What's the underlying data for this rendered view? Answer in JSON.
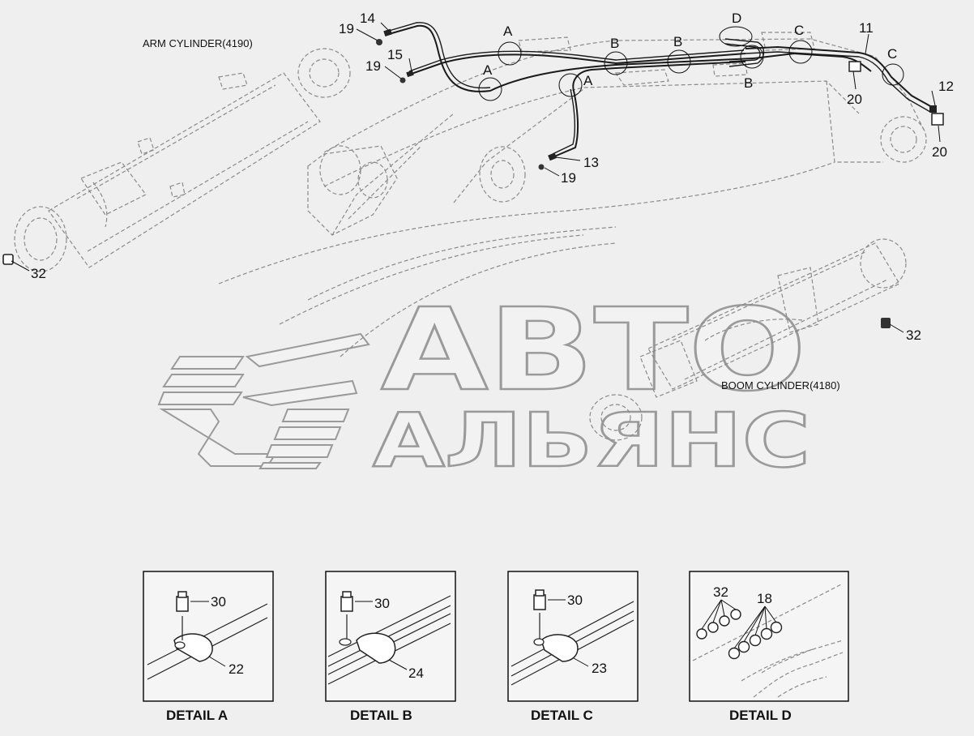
{
  "labels": {
    "arm_cylinder": "ARM CYLINDER(4190)",
    "boom_cylinder": "BOOM CYLINDER(4180)"
  },
  "watermark": {
    "line1": "АВТО",
    "line2": "АЛЬЯНС"
  },
  "callouts": {
    "p11": "11",
    "p12": "12",
    "p13": "13",
    "p14": "14",
    "p15": "15",
    "p19a": "19",
    "p19b": "19",
    "p19c": "19",
    "p20a": "20",
    "p20b": "20",
    "p32a": "32",
    "p32b": "32"
  },
  "detail_markers": {
    "a1": "A",
    "a2": "A",
    "a3": "A",
    "b1": "B",
    "b2": "B",
    "b3": "B",
    "c1": "C",
    "c2": "C",
    "d1": "D"
  },
  "details": [
    {
      "title": "DETAIL  A",
      "bolt_part": "30",
      "clamp_part": "22"
    },
    {
      "title": "DETAIL  B",
      "bolt_part": "30",
      "clamp_part": "24"
    },
    {
      "title": "DETAIL  C",
      "bolt_part": "30",
      "clamp_part": "23"
    },
    {
      "title": "DETAIL  D",
      "part_left": "32",
      "part_right": "18"
    }
  ]
}
